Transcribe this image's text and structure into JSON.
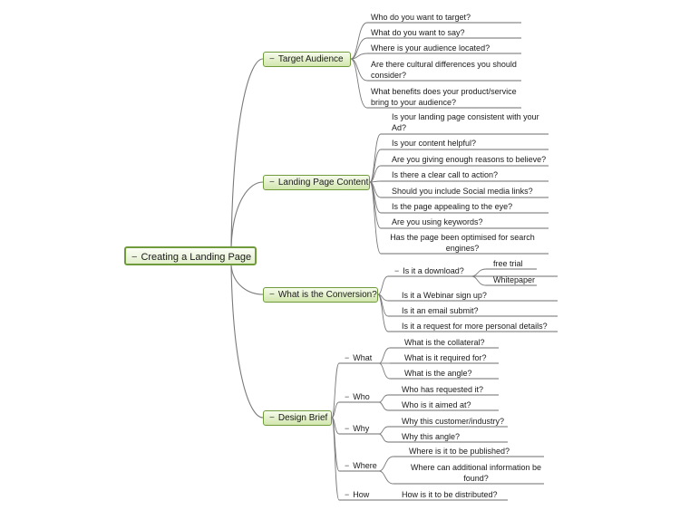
{
  "root": "Creating a Landing Page",
  "collapse_marker": "−",
  "branches": {
    "target_audience": {
      "label": "Target Audience",
      "items": [
        "Who do you want to target?",
        "What do you want to say?",
        "Where is your audience located?",
        "Are there cultural differences you should consider?",
        "What benefits does your product/service bring to your audience?"
      ]
    },
    "landing_page_content": {
      "label": "Landing Page Content",
      "items": [
        "Is your landing page consistent with your Ad?",
        "Is your content helpful?",
        "Are you giving enough reasons to believe?",
        "Is there a clear call to action?",
        "Should you include Social media links?",
        "Is the page appealing to the eye?",
        "Are you using keywords?",
        "Has the page been optimised for search engines?"
      ]
    },
    "conversion": {
      "label": "What is the Conversion?",
      "download": {
        "label": "Is it a download?",
        "options": [
          "free trial",
          "Whitepaper"
        ]
      },
      "items": [
        "Is it a Webinar sign up?",
        "Is it an email submit?",
        "Is it a request for more personal details?"
      ]
    },
    "design_brief": {
      "label": "Design Brief",
      "what": {
        "label": "What",
        "items": [
          "What is the collateral?",
          "What is it required for?",
          "What is the angle?"
        ]
      },
      "who": {
        "label": "Who",
        "items": [
          "Who has requested it?",
          "Who is it aimed at?"
        ]
      },
      "why": {
        "label": "Why",
        "items": [
          "Why this customer/industry?",
          "Why this angle?"
        ]
      },
      "where": {
        "label": "Where",
        "items": [
          "Where is it to be published?",
          "Where can additional information be found?"
        ]
      },
      "how": {
        "label": "How",
        "items": [
          "How is it to be distributed?"
        ]
      }
    }
  }
}
